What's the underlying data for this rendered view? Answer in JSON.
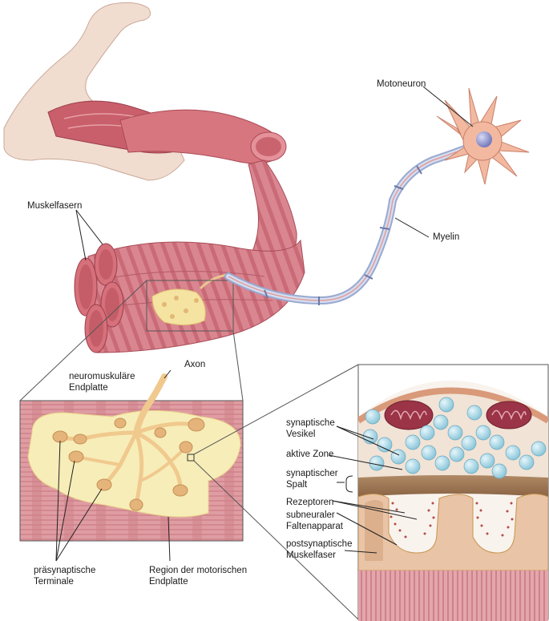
{
  "labels": {
    "muskelfasern": "Muskelfasern",
    "motoneuron": "Motoneuron",
    "myelin": "Myelin",
    "axon": "Axon",
    "endplatte_line1": "neuromuskuläre",
    "endplatte_line2": "Endplatte",
    "praesynaptisch_line1": "präsynaptische",
    "praesynaptisch_line2": "Terminale",
    "region_line1": "Region der motorischen",
    "region_line2": "Endplatte",
    "vesikel_line1": "synaptische",
    "vesikel_line2": "Vesikel",
    "aktive_zone": "aktive Zone",
    "spalt_line1": "synaptischer",
    "spalt_line2": "Spalt",
    "rezeptoren": "Rezeptoren",
    "falten_line1": "subneuraler",
    "falten_line2": "Faltenapparat",
    "muskelfaser_line1": "postsynaptische",
    "muskelfaser_line2": "Muskelfaser"
  },
  "colors": {
    "muscle": "#d9828a",
    "muscle_dark": "#b9535f",
    "muscle_light": "#efb7b5",
    "skin": "#f1dcd0",
    "endplate": "#f7edb8",
    "terminal": "#e9b97a",
    "myelin": "#b9c8e6",
    "axon": "#e8a098",
    "neuron": "#f2b9a0",
    "nucleus": "#8f94cf",
    "vesicle": "#a8d8e6",
    "mitochondrion": "#9a3446",
    "cleft": "#9b7455",
    "receptor": "#b44a4a"
  }
}
